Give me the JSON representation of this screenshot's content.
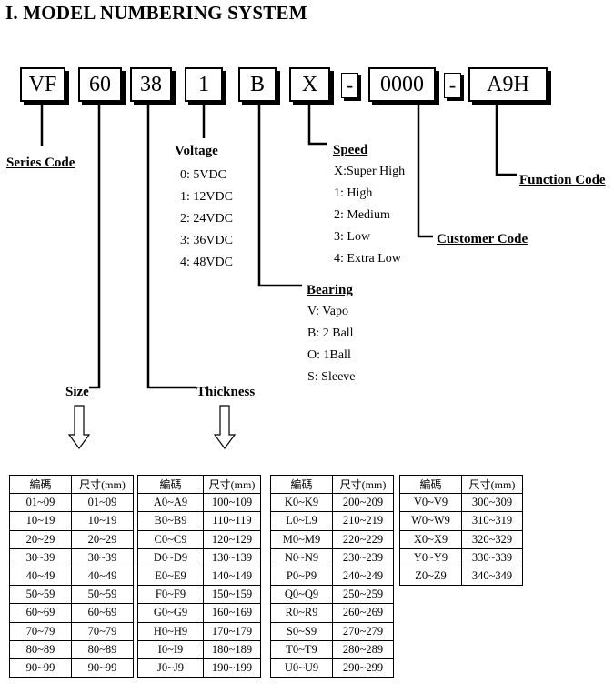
{
  "title": "I.  MODEL NUMBERING SYSTEM",
  "code_parts": [
    "VF",
    "60",
    "38",
    "1",
    "B",
    "X",
    "-",
    "0000",
    "-",
    "A9H"
  ],
  "labels": {
    "series": "Series Code",
    "voltage": "Voltage",
    "speed": "Speed",
    "function": "Function Code",
    "customer": "Customer Code",
    "bearing": "Bearing",
    "size": "Size",
    "thickness": "Thickness"
  },
  "voltage_options": [
    "0: 5VDC",
    "1: 12VDC",
    "2: 24VDC",
    "3: 36VDC",
    "4: 48VDC"
  ],
  "speed_options": [
    "X:Super High",
    "1: High",
    "2: Medium",
    "3: Low",
    "4: Extra Low"
  ],
  "bearing_options": [
    "V: Vapo",
    "B: 2 Ball",
    "O: 1Ball",
    "S: Sleeve"
  ],
  "table_headers": [
    "編碼",
    "尺寸(mm)"
  ],
  "tables": [
    [
      [
        "01~09",
        "01~09"
      ],
      [
        "10~19",
        "10~19"
      ],
      [
        "20~29",
        "20~29"
      ],
      [
        "30~39",
        "30~39"
      ],
      [
        "40~49",
        "40~49"
      ],
      [
        "50~59",
        "50~59"
      ],
      [
        "60~69",
        "60~69"
      ],
      [
        "70~79",
        "70~79"
      ],
      [
        "80~89",
        "80~89"
      ],
      [
        "90~99",
        "90~99"
      ]
    ],
    [
      [
        "A0~A9",
        "100~109"
      ],
      [
        "B0~B9",
        "110~119"
      ],
      [
        "C0~C9",
        "120~129"
      ],
      [
        "D0~D9",
        "130~139"
      ],
      [
        "E0~E9",
        "140~149"
      ],
      [
        "F0~F9",
        "150~159"
      ],
      [
        "G0~G9",
        "160~169"
      ],
      [
        "H0~H9",
        "170~179"
      ],
      [
        "I0~I9",
        "180~189"
      ],
      [
        "J0~J9",
        "190~199"
      ]
    ],
    [
      [
        "K0~K9",
        "200~209"
      ],
      [
        "L0~L9",
        "210~219"
      ],
      [
        "M0~M9",
        "220~229"
      ],
      [
        "N0~N9",
        "230~239"
      ],
      [
        "P0~P9",
        "240~249"
      ],
      [
        "Q0~Q9",
        "250~259"
      ],
      [
        "R0~R9",
        "260~269"
      ],
      [
        "S0~S9",
        "270~279"
      ],
      [
        "T0~T9",
        "280~289"
      ],
      [
        "U0~U9",
        "290~299"
      ]
    ],
    [
      [
        "V0~V9",
        "300~309"
      ],
      [
        "W0~W9",
        "310~319"
      ],
      [
        "X0~X9",
        "320~329"
      ],
      [
        "Y0~Y9",
        "330~339"
      ],
      [
        "Z0~Z9",
        "340~349"
      ]
    ]
  ]
}
